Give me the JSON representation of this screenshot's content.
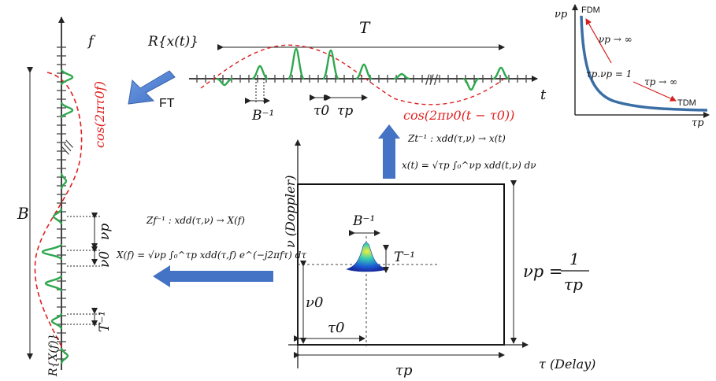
{
  "time_domain": {
    "signal_label": "R{x(t)}",
    "period_label": "T",
    "axis_label": "t",
    "resolution_label": "B⁻¹",
    "tau0_label": "τ0",
    "taup_label": "τp",
    "carrier_label": "cos(2πν0(t − τ0))"
  },
  "freq_domain": {
    "signal_label": "R{X(f)}",
    "bandwidth_label": "B",
    "axis_label": "f",
    "nup_label": "νp",
    "nu0_label": "ν0",
    "resolution_label": "T⁻¹",
    "carrier_label": "cos(2πτ0f)"
  },
  "ft_label": "FT",
  "zt_transform": {
    "line1": "Zt⁻¹ :  xdd(τ,ν) → x(t)",
    "line2": "x(t) = √τp ∫₀^νp xdd(t,ν) dν"
  },
  "zf_transform": {
    "line1": "Zf⁻¹ :  xdd(τ,ν) → X(f)",
    "line2": "X(f) = √νp ∫₀^τp xdd(τ,f) e^(−j2πfτ) dτ"
  },
  "dd_grid": {
    "yaxis_label": "ν (Doppler)",
    "xaxis_label": "τ (Delay)",
    "nu0_label": "ν0",
    "tau0_label": "τ0",
    "taup_label": "τp",
    "nup_eq_label": "νp =",
    "frac_num": "1",
    "frac_den": "τp",
    "b_inv_label": "B⁻¹",
    "t_inv_label": "T⁻¹"
  },
  "tradeoff_inset": {
    "yaxis_label": "νp",
    "xaxis_label": "τp",
    "fdm_label": "FDM",
    "tdm_label": "TDM",
    "nup_inf_label": "νp → ∞",
    "product_label": "τp.νp = 1",
    "taup_inf_label": "τp → ∞",
    "curve_color": "#3a6ea5",
    "arrow_color": "#d62020"
  },
  "colors": {
    "pulse": "#2ea84f",
    "carrier": "#e02020",
    "arrow": "#4f7fd0",
    "axis": "#444444"
  }
}
